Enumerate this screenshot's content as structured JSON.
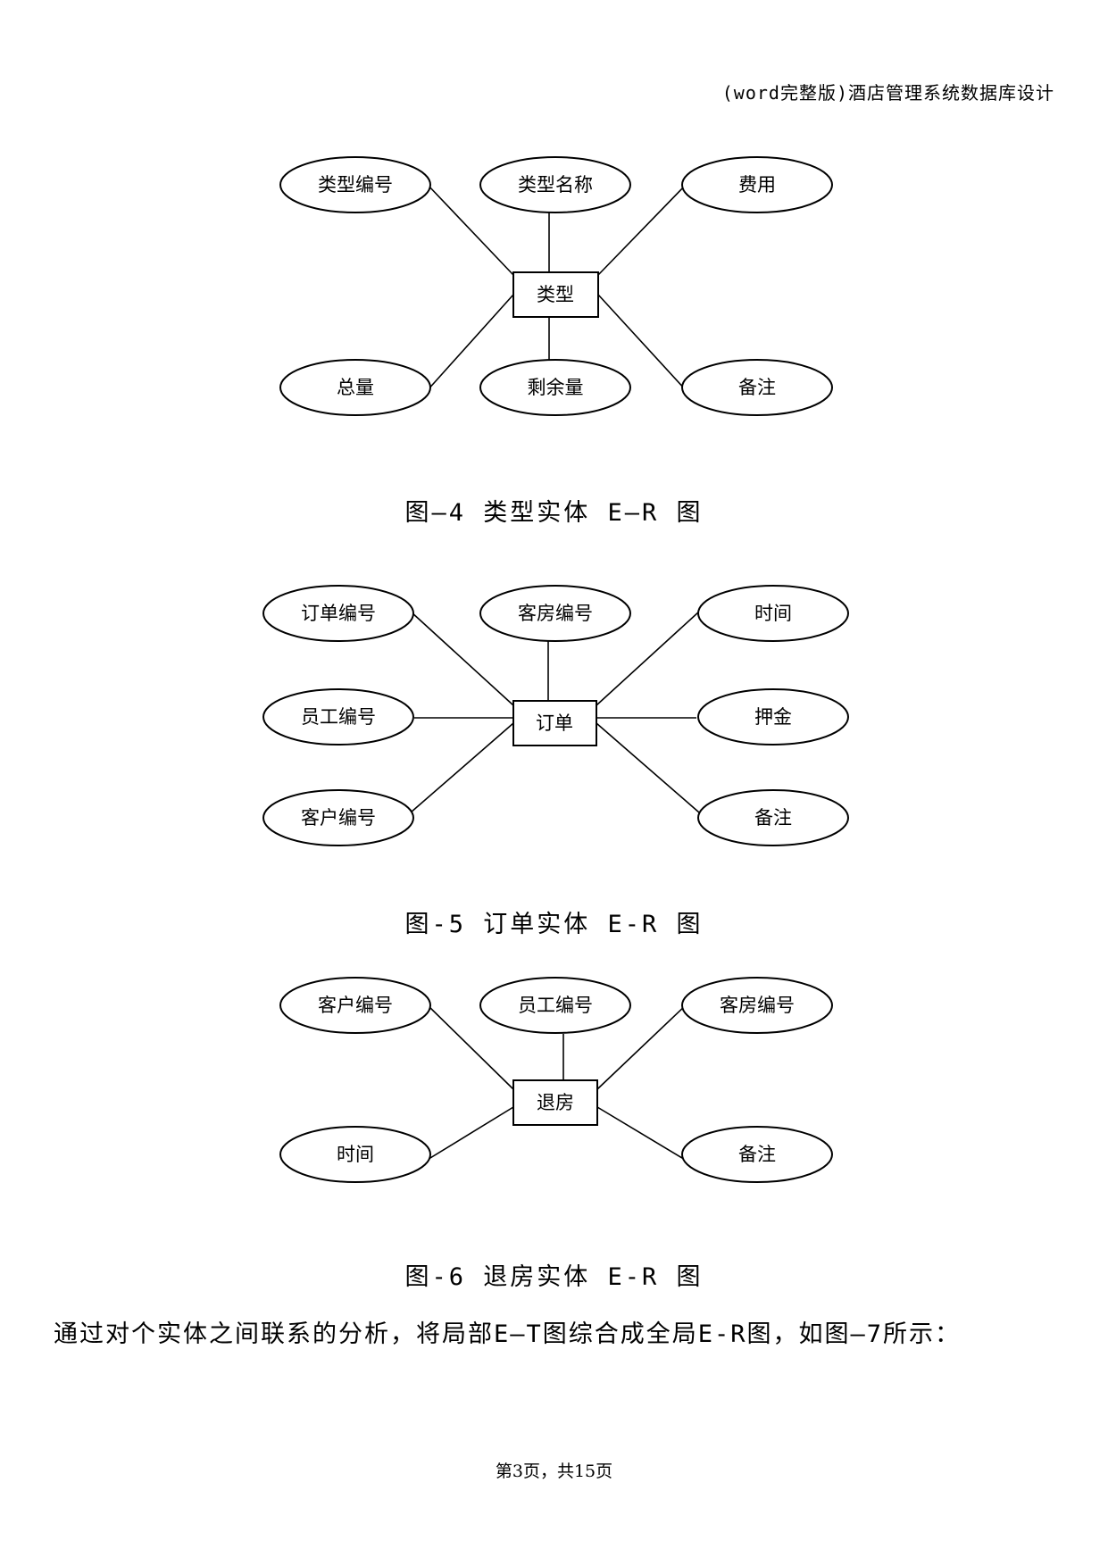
{
  "header": {
    "title": "(word完整版)酒店管理系统数据库设计"
  },
  "figures": [
    {
      "entity": "类型",
      "attributes": [
        "类型编号",
        "类型名称",
        "费用",
        "总量",
        "剩余量",
        "备注"
      ],
      "caption": "图—4 类型实体 E—R 图"
    },
    {
      "entity": "订单",
      "attributes": [
        "订单编号",
        "客房编号",
        "时间",
        "员工编号",
        "押金",
        "客户编号",
        "备注"
      ],
      "caption": "图-5 订单实体 E-R 图"
    },
    {
      "entity": "退房",
      "attributes": [
        "客户编号",
        "员工编号",
        "客房编号",
        "时间",
        "备注"
      ],
      "caption": "图-6 退房实体 E-R 图"
    }
  ],
  "body": {
    "paragraph": "通过对个实体之间联系的分析，将局部E—T图综合成全局E-R图，如图—7所示："
  },
  "footer": {
    "page_label": "第3页，共15页"
  }
}
